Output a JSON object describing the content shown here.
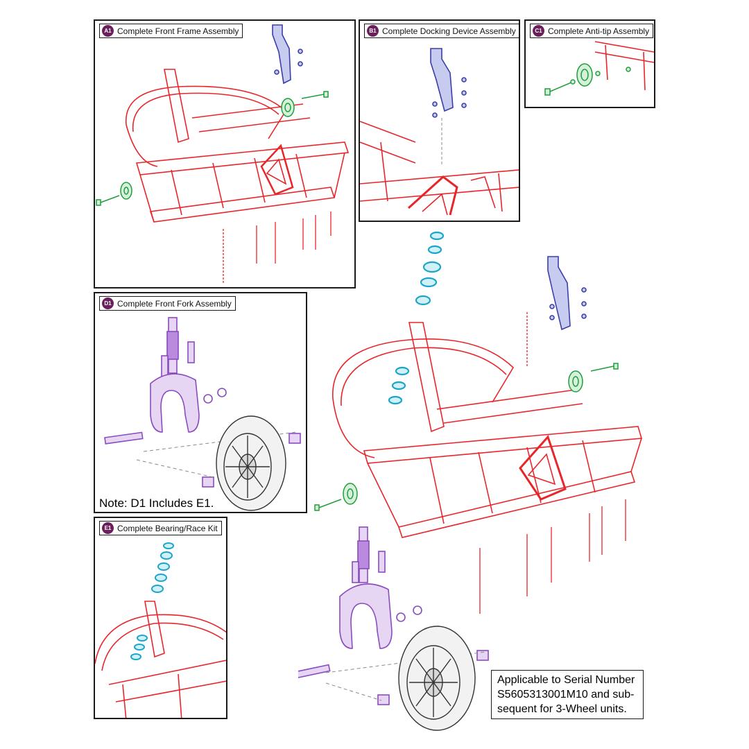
{
  "panels": {
    "a1": {
      "badge": "A1",
      "title": "Complete Front Frame Assembly"
    },
    "b1": {
      "badge": "B1",
      "title": "Complete Docking Device Assembly"
    },
    "c1": {
      "badge": "C1",
      "title": "Complete Anti-tip Assembly"
    },
    "d1": {
      "badge": "D1",
      "title": "Complete Front Fork Assembly",
      "note": "Note: D1 Includes E1."
    },
    "e1": {
      "badge": "E1",
      "title": "Complete Bearing/Race Kit"
    }
  },
  "applicability": {
    "lines": [
      "Applicable to Serial Number",
      "S5605313001M10 and sub-",
      "sequent for 3-Wheel units."
    ]
  },
  "colors": {
    "frame": "#e8262a",
    "docking": "#3a3fa8",
    "antitip": "#1e9e3a",
    "fork": "#8a4bbf",
    "bearing": "#1aa7c7",
    "wheel": "#333333",
    "badge": "#6b1f5c"
  },
  "icons": [
    "frame-drawing",
    "docking-bracket-icon",
    "anti-tip-wheel-icon",
    "front-fork-icon",
    "bearing-ring-icon",
    "wheel-icon"
  ]
}
